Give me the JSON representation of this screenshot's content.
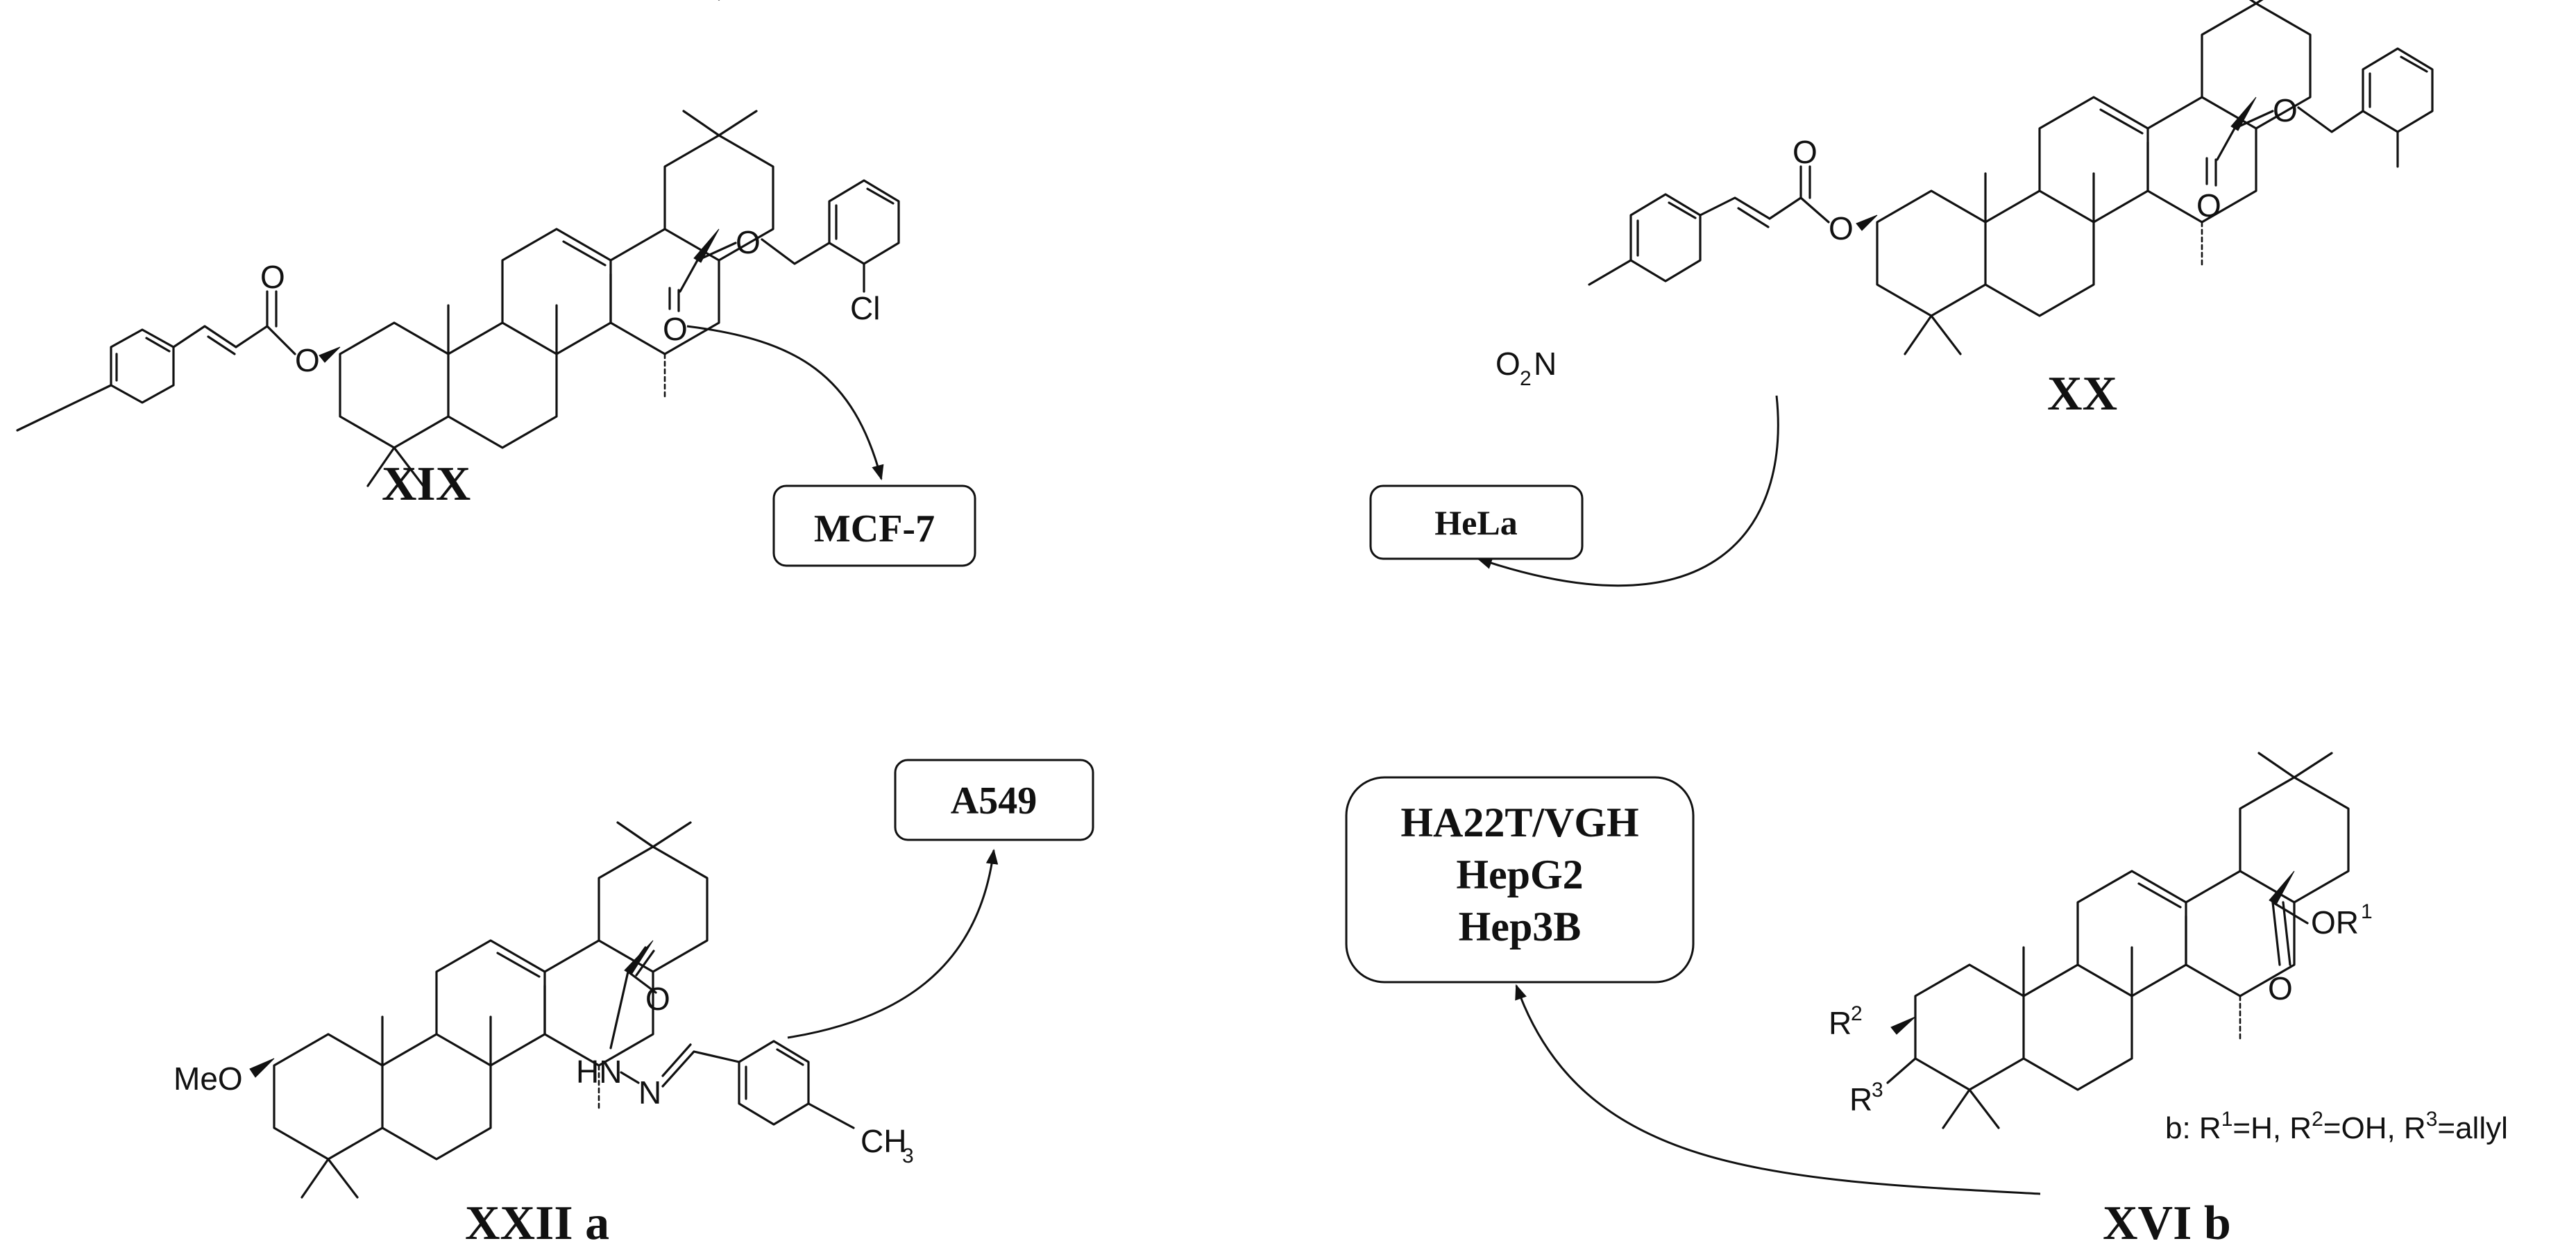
{
  "compounds": {
    "xix": {
      "label": "XIX",
      "halogen": "Cl"
    },
    "xx": {
      "label": "XX",
      "nitro_o": "O",
      "nitro_sub": "2",
      "nitro_n": "N"
    },
    "xxii": {
      "label": "XXII a",
      "methoxy": "MeO",
      "hn": "HN",
      "n": "N",
      "ch3": "CH",
      "ch3_sub": "3"
    },
    "xvi": {
      "label": "XVI b",
      "or1": "OR",
      "or1_sup": "1",
      "r2": "R",
      "r2_sup": "2",
      "r3": "R",
      "r3_sup": "3"
    }
  },
  "cell_lines": {
    "mcf7": "MCF-7",
    "hela": "HeLa",
    "a549": "A549",
    "liver": [
      "HA22T/VGH",
      "HepG2",
      "Hep3B"
    ]
  },
  "substituent_note": {
    "prefix": "b: R",
    "s1": "1",
    "t1": "=H, R",
    "s2": "2",
    "t2": "=OH, R",
    "s3": "3",
    "t3": "=allyl"
  },
  "atoms": {
    "oxygen": "O"
  }
}
